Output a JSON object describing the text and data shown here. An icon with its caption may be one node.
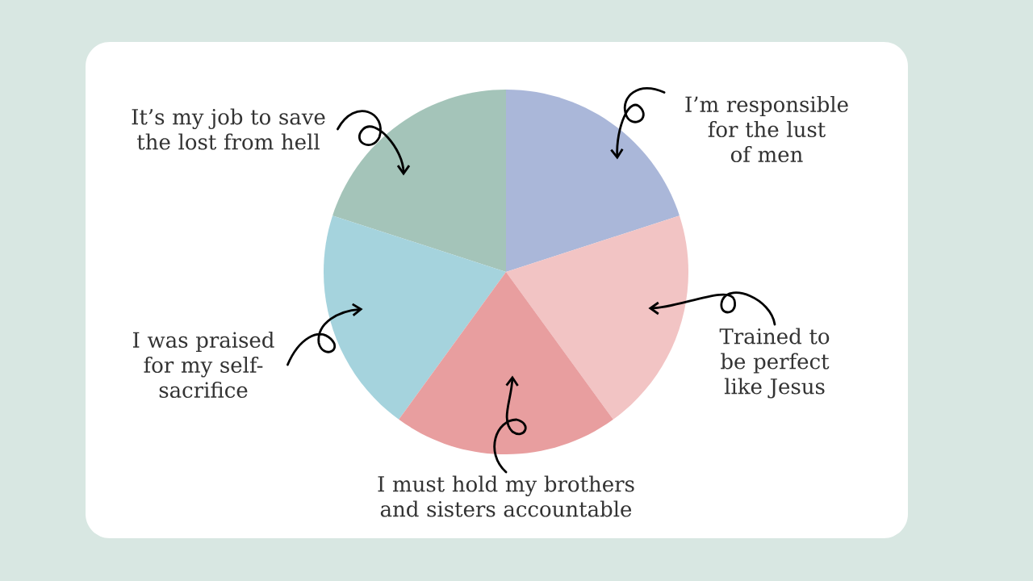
{
  "diagram": {
    "nodes": [
      {
        "text": [
          "It’s my job to save the lost from hell"
        ]
      },
      {
        "text": [
          "I’m responsible for the lust of men"
        ]
      },
      {
        "text": [
          "I was praised for my self-sacrifice"
        ]
      },
      {
        "text": [
          "Trained to be perfect like Jesus"
        ]
      },
      {
        "text": [
          "I must hold my brothers and sisters accountable"
        ]
      },
      {
        "text": [],
        "shape": "slice"
      },
      {
        "text": [],
        "shape": "slice"
      },
      {
        "text": [],
        "shape": "slice"
      },
      {
        "text": [],
        "shape": "slice"
      },
      {
        "text": [],
        "shape": "slice"
      }
    ],
    "edges": [
      {
        "from": 0,
        "to": 5,
        "arrow": "to"
      },
      {
        "from": 1,
        "to": 6,
        "arrow": "to"
      },
      {
        "from": 2,
        "to": 7,
        "arrow": "to"
      },
      {
        "from": 3,
        "to": 8,
        "arrow": "to"
      },
      {
        "from": 4,
        "to": 9,
        "arrow": "to"
      }
    ]
  }
}
